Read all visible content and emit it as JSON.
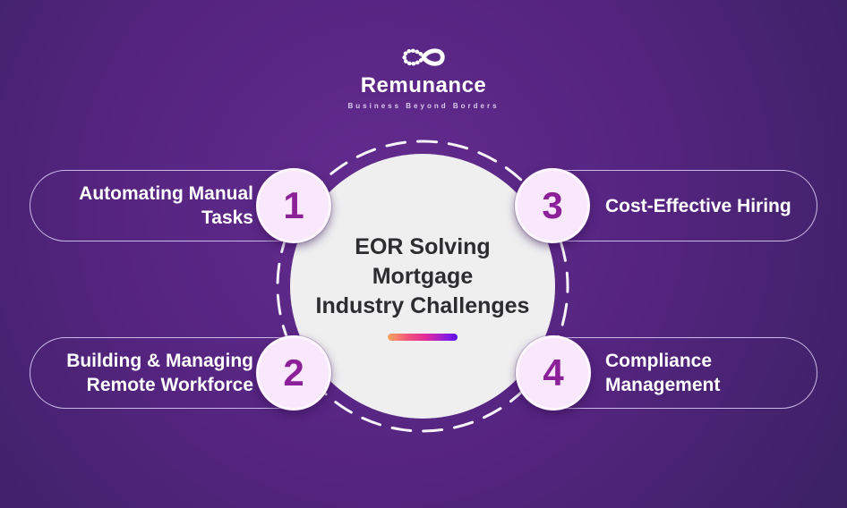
{
  "logo": {
    "brand": "Remunance",
    "tagline": "Business Beyond Borders",
    "icon": "infinity-icon"
  },
  "center": {
    "title": "EOR Solving Mortgage Industry Challenges",
    "title_lines": [
      "EOR Solving",
      "Mortgage",
      "Industry Challenges"
    ],
    "underline_gradient": [
      "#f9a55e",
      "#f2527b",
      "#e02b9d",
      "#5b11ea"
    ]
  },
  "items": [
    {
      "number": "1",
      "label": "Automating Manual Tasks",
      "position": "top-left"
    },
    {
      "number": "2",
      "label": "Building & Managing Remote Workforce",
      "position": "bottom-left"
    },
    {
      "number": "3",
      "label": "Cost-Effective Hiring",
      "position": "top-right"
    },
    {
      "number": "4",
      "label": "Compliance Management",
      "position": "bottom-right"
    }
  ],
  "colors": {
    "background_center": "#632c8f",
    "background_edge": "#3b2164",
    "center_circle_fill": "#efeff0",
    "center_text": "#2d2d30",
    "pill_border": "#e2d4fa",
    "pill_text": "#ffffff",
    "badge_fill": "#f9e8fb",
    "badge_border": "#fdf6fe",
    "badge_number": "#8b2099",
    "ring_dash": "#ffffff"
  }
}
